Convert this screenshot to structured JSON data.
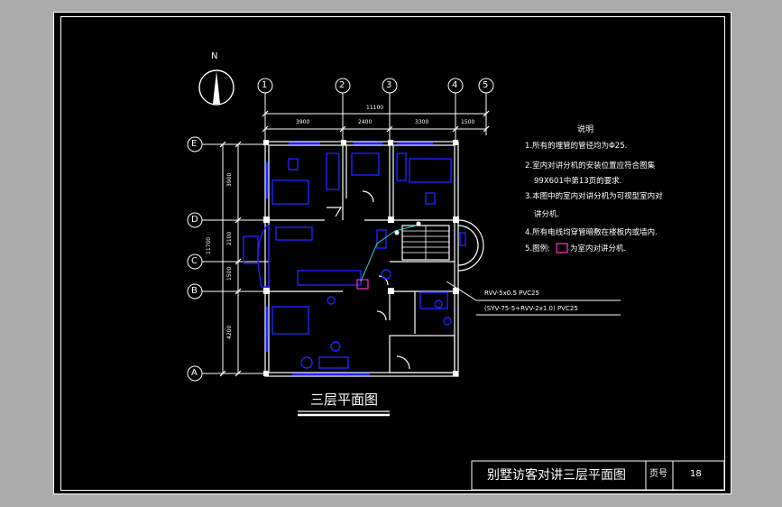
{
  "drawing": {
    "title": "三层平面图",
    "north_label": "N",
    "compass_icon": "north-arrow-icon",
    "axes_vertical": [
      "1",
      "2",
      "3",
      "4",
      "5"
    ],
    "axes_horizontal": [
      "E",
      "D",
      "C",
      "B",
      "A"
    ],
    "dim_total_top": "11100",
    "dims_top": [
      "3900",
      "2400",
      "3300",
      "1500"
    ],
    "dim_total_left": "11700",
    "dims_left": [
      "3900",
      "2100",
      "1500",
      "4200"
    ],
    "cable_label_1": "RVV-5x0.5 PVC25",
    "cable_label_2": "(SYV-75-5+RVV-2x1.0) PVC25"
  },
  "notes": {
    "heading": "说明",
    "items": [
      "1.所有的埋管的管径均为Φ25.",
      "2.室内对讲分机的安装位置应符合图集",
      "99X601中第13页的要求.",
      "3.本图中的室内对讲分机为可视型室内对",
      "讲分机.",
      "4.所有电线均穿管暗敷在楼板内或墙内.",
      "5.图例:",
      "为室内对讲分机."
    ]
  },
  "title_block": {
    "name": "别墅访客对讲三层平面图",
    "page_label": "页号",
    "page_number": "18"
  },
  "colors": {
    "background": "#000000",
    "lines": "#ffffff",
    "fixtures": "#2222ff",
    "cable": "#33cccc",
    "legend": "#ff33cc"
  }
}
